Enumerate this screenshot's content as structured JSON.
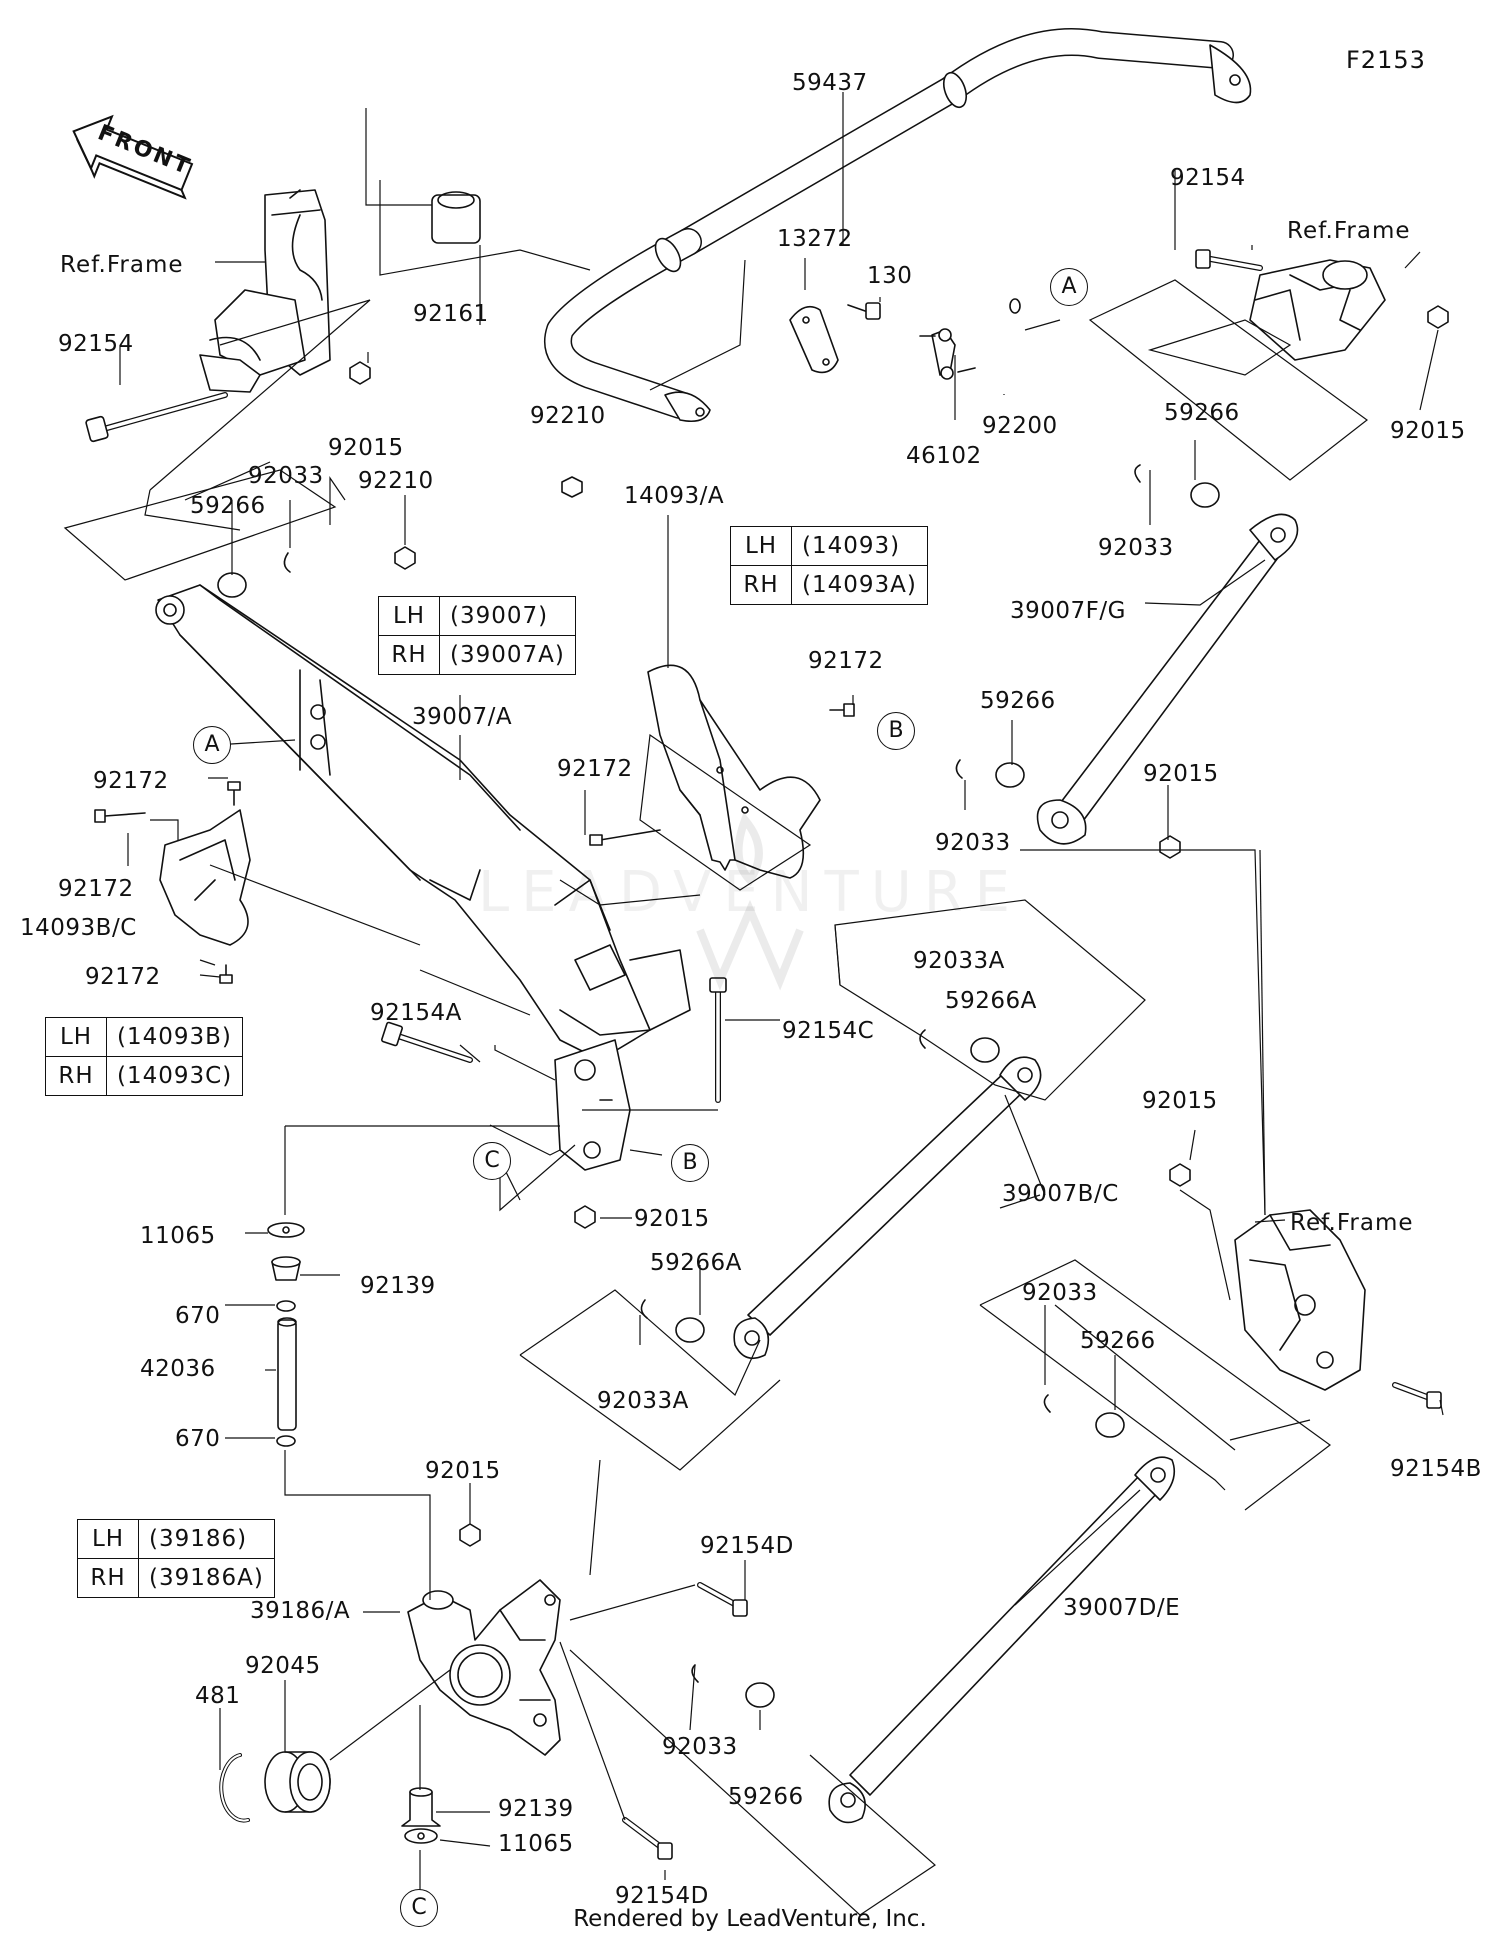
{
  "figure_code": "F2153",
  "footer": "Rendered by LeadVenture, Inc.",
  "watermark": "LEADVENTURE",
  "front_arrow_text": "FRONT",
  "ref_frame_label": "Ref.Frame",
  "callouts": {
    "a": "A",
    "b": "B",
    "c": "C"
  },
  "parts": {
    "p59437": "59437",
    "p13272": "13272",
    "p130": "130",
    "p92161": "92161",
    "p92154_tl": "92154",
    "p92015_tl": "92015",
    "p92033_tl": "92033",
    "p92210_l": "92210",
    "p59266_tl": "59266",
    "p92210_c": "92210",
    "p46102": "46102",
    "p92200": "92200",
    "p92154_tr": "92154",
    "p92015_tr": "92015",
    "p59266_tr": "59266",
    "p92033_tr": "92033",
    "p39007fg": "39007F/G",
    "p14093a": "14093/A",
    "p92172_r1": "92172",
    "p92172_r2": "92172",
    "p39007a": "39007/A",
    "p92172_l1": "92172",
    "p92172_l2": "92172",
    "p14093bc": "14093B/C",
    "p92172_l3": "92172",
    "p59266_mr": "59266",
    "p92015_mr": "92015",
    "p92033_mr": "92033",
    "p92033a_top": "92033A",
    "p59266a_top": "59266A",
    "p92154a": "92154A",
    "p92154c": "92154C",
    "p92015_c": "92015",
    "p11065_top": "11065",
    "p92139_top": "92139",
    "p670_top": "670",
    "p42036": "42036",
    "p670_bot": "670",
    "p59266a_mid": "59266A",
    "p92033a_mid": "92033A",
    "p39007bc": "39007B/C",
    "p92015_r2": "92015",
    "p92033_r2": "92033",
    "p59266_r2": "59266",
    "p92154b": "92154B",
    "p92015_bot": "92015",
    "p92154d_top": "92154D",
    "p39186a": "39186/A",
    "p92045": "92045",
    "p481": "481",
    "p92033_bot": "92033",
    "p59266_bot": "59266",
    "p39007de": "39007D/E",
    "p92139_bot": "92139",
    "p11065_bot": "11065",
    "p92154d_bot": "92154D"
  },
  "tables": {
    "t39007": {
      "lh_label": "LH",
      "lh_value": "(39007)",
      "rh_label": "RH",
      "rh_value": "(39007A)"
    },
    "t14093": {
      "lh_label": "LH",
      "lh_value": "(14093)",
      "rh_label": "RH",
      "rh_value": "(14093A)"
    },
    "t14093bc": {
      "lh_label": "LH",
      "lh_value": "(14093B)",
      "rh_label": "RH",
      "rh_value": "(14093C)"
    },
    "t39186": {
      "lh_label": "LH",
      "lh_value": "(39186)",
      "rh_label": "RH",
      "rh_value": "(39186A)"
    }
  }
}
